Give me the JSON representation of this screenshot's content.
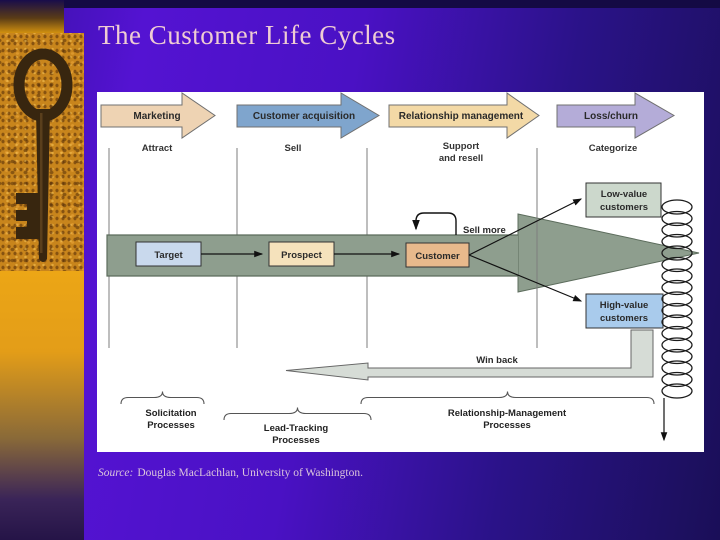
{
  "title": "The Customer Life Cycles",
  "source": {
    "prefix": "Source:",
    "text": "Douglas MacLachlan, University of Washington."
  },
  "diagram": {
    "stages": [
      {
        "label": "Marketing",
        "color": "#eed3b3"
      },
      {
        "label": "Customer acquisition",
        "color": "#7fa5cd"
      },
      {
        "label": "Relationship management",
        "color": "#f3d9a6"
      },
      {
        "label": "Loss/churn",
        "color": "#b4acd8"
      }
    ],
    "phases": {
      "attract": "Attract",
      "sell": "Sell",
      "support_line1": "Support",
      "support_line2": "and resell",
      "categorize": "Categorize"
    },
    "funnel": {
      "band_color": "#8e9e8e",
      "target": {
        "label": "Target",
        "color": "#c9d9ed"
      },
      "prospect": {
        "label": "Prospect",
        "color": "#f5e2bc"
      },
      "customer": {
        "label": "Customer",
        "color": "#e8b98c"
      },
      "sell_more": "Sell more"
    },
    "segments": {
      "low": {
        "line1": "Low-value",
        "line2": "customers",
        "color": "#ccd8cc"
      },
      "high": {
        "line1": "High-value",
        "line2": "customers",
        "color": "#a9cbec"
      }
    },
    "win_back": "Win back",
    "processes": {
      "solicitation": {
        "line1": "Solicitation",
        "line2": "Processes"
      },
      "lead_tracking": {
        "line1": "Lead-Tracking",
        "line2": "Processes"
      },
      "relationship": {
        "line1": "Relationship-Management",
        "line2": "Processes"
      }
    }
  }
}
